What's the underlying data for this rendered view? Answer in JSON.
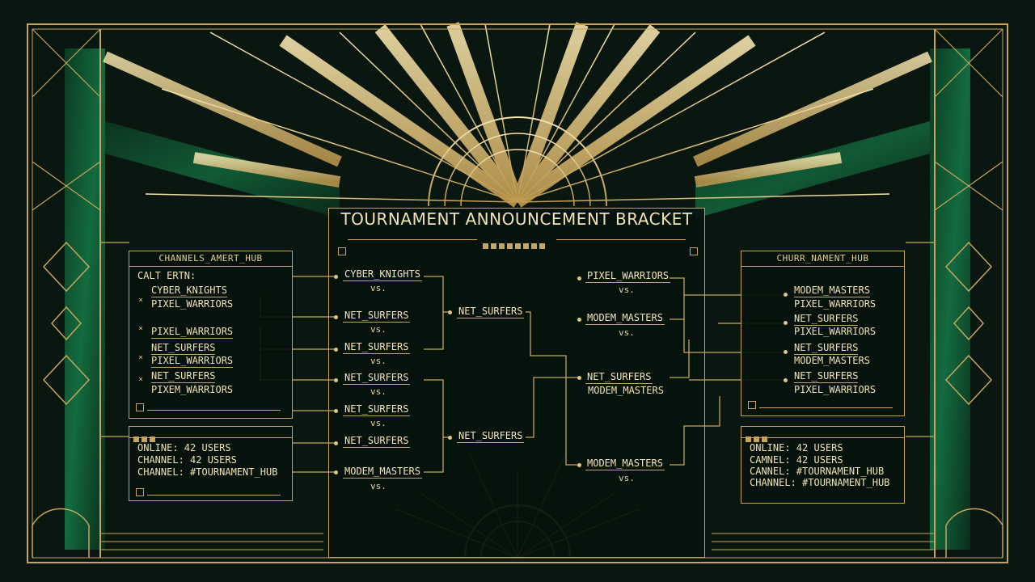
{
  "bracket": {
    "title": "TOURNAMENT ANNOUNCEMENT BRACKET",
    "round1": [
      {
        "team": "CYBER_KNIGHTS",
        "vs": "vs."
      },
      {
        "team": "NET_SURFERS",
        "vs": "vs."
      },
      {
        "team": "NET_SURFERS",
        "vs": "vs."
      },
      {
        "team": "NET_SURFERS",
        "vs": "vs."
      },
      {
        "team": "NET_SURFERS",
        "vs": "vs."
      },
      {
        "team": "NET_SURFERS",
        "vs": ""
      },
      {
        "team": "MODEM_MASTERS",
        "vs": "vs."
      }
    ],
    "round2_left": [
      "NET_SURFERS",
      "NET_SURFERS"
    ],
    "right_round1": [
      {
        "team": "PIXEL_WARRIORS",
        "vs": "vs."
      },
      {
        "team": "MODEM_MASTERS",
        "vs": "vs."
      }
    ],
    "right_round2": [
      {
        "team": "NET_SURFERS",
        "sub": "MODEM_MASTERS"
      },
      {
        "team": "MODEM_MASTERS",
        "vs": "vs."
      }
    ]
  },
  "left_panel": {
    "title": "CHANNELS_AMERT_HUB",
    "header": "CALT ERTN:",
    "entries": [
      [
        "CYBER_KNIGHTS",
        "PIXEL_WARRIORS"
      ],
      [
        "PIXEL_WARRIORS"
      ],
      [
        "NET_SURFERS",
        "PIXEL_WARRIORS"
      ],
      [
        "NET_SURFERS",
        "PIXEM_WARRIORS"
      ]
    ]
  },
  "left_status": {
    "lines": [
      "ONLINE: 42 USERS",
      "CHANNEL: 42 USERS",
      "CHANNEL: #TOURNAMENT_HUB"
    ]
  },
  "right_panel": {
    "title": "CHURR_NAMENT_HUB",
    "entries": [
      [
        "MODEM_MASTERS",
        "PIXEL_WARRIORS"
      ],
      [
        "NET_SURFERS",
        "PIXEL_WARRIORS"
      ],
      [
        "NET_SURFERS",
        "MODEM_MASTERS"
      ],
      [
        "NET_SURFERS",
        "PIXEL_WARRIORS"
      ]
    ]
  },
  "right_status": {
    "lines": [
      "ONLINE: 42 USERS",
      "CAMNEL: 42 USERS",
      "CANNEL: #TOURNAMENT_HUB",
      "CHANNEL: #TOURNAMENT_HUB"
    ]
  },
  "colors": {
    "gold": "#c6a55c",
    "emerald": "#0f5a34",
    "background": "#0b1a12"
  }
}
